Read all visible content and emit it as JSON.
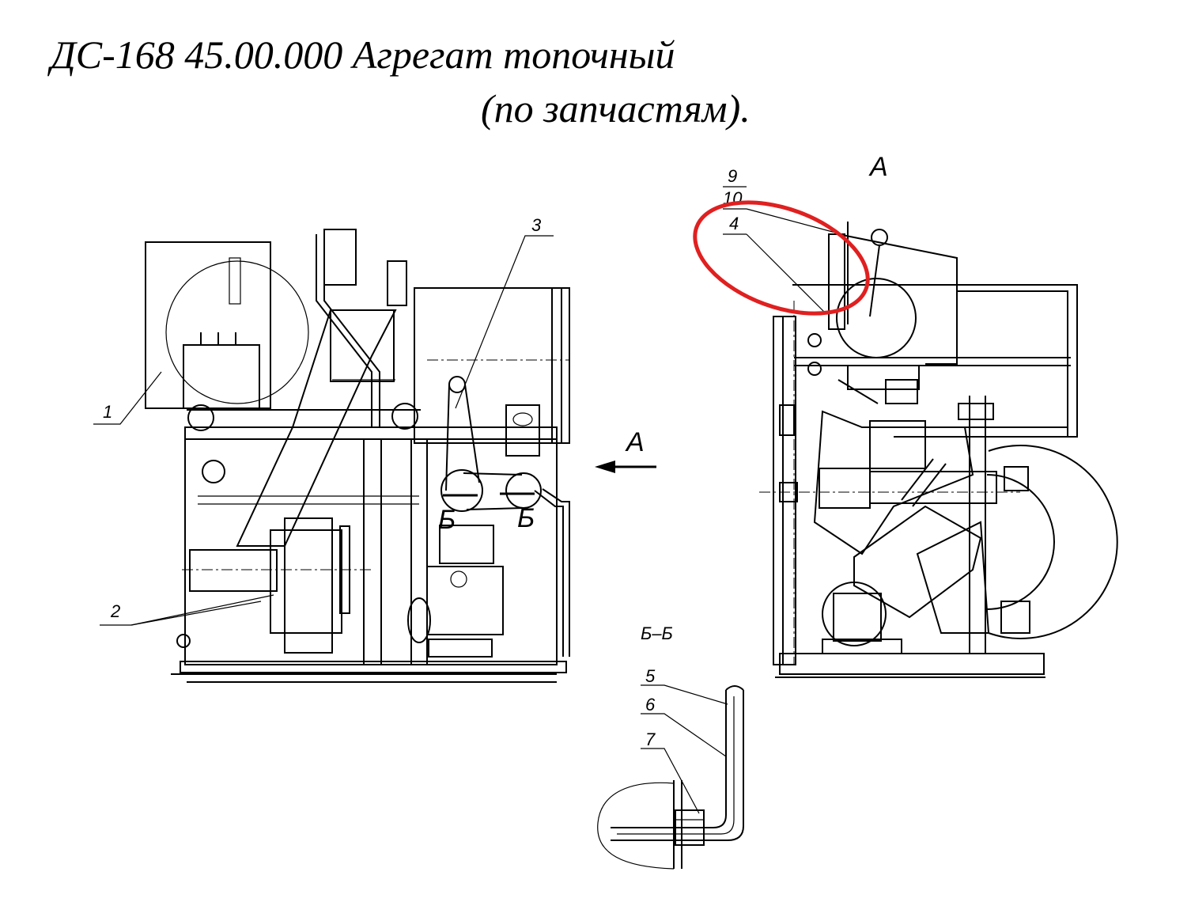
{
  "title_line1": "ДС-168 45.00.000 Агрегат топочный",
  "title_line2": "(по запчастям).",
  "view_label_top": "А",
  "view_arrow_label": "А",
  "section_label": "Б–Б",
  "section_mark_left": "Б",
  "section_mark_right": "Б",
  "callouts": {
    "c1": "1",
    "c2": "2",
    "c3": "3",
    "c4": "4",
    "c5": "5",
    "c6": "6",
    "c7": "7",
    "c9": "9",
    "c10": "10"
  },
  "highlight_color": "#e02020"
}
